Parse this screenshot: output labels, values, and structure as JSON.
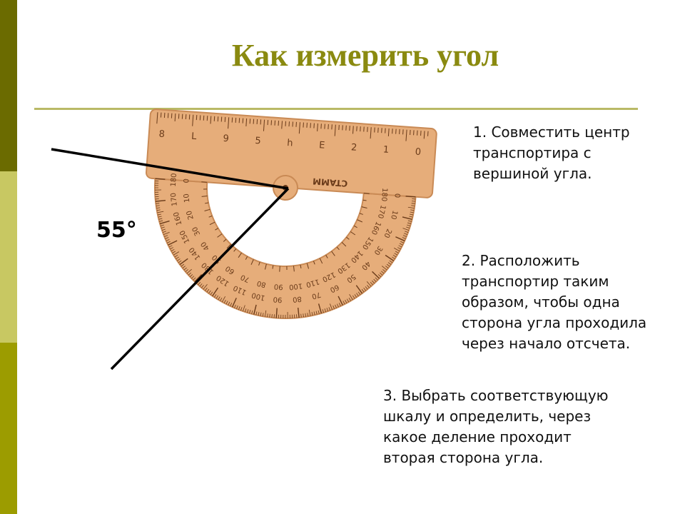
{
  "slide": {
    "title": "Как измерить угол",
    "angle_label": "55°",
    "steps": [
      "1. Совместить центр\nтранспортира с\nвершиной угла.",
      "2. Расположить\nтранспортир таким\nобразом, чтобы одна\nсторона угла проходила\nчерез начало отсчета.",
      "3. Выбрать соответствующую\nшкалу и определить, через\nкакое деление проходит\nвторая сторона угла."
    ],
    "ruler_labels": [
      "8",
      "L",
      "9",
      "5",
      "h",
      "E",
      "2",
      "1",
      "0"
    ],
    "brand_label": "CTAMM",
    "outer_scale": [
      "0",
      "10",
      "20",
      "30",
      "40",
      "50",
      "60",
      "70",
      "80",
      "90",
      "100",
      "110",
      "120",
      "130",
      "140",
      "150",
      "160",
      "170",
      "180"
    ],
    "inner_scale": [
      "180",
      "170",
      "160",
      "150",
      "140",
      "130",
      "120",
      "110",
      "100",
      "90",
      "80",
      "70",
      "60",
      "50",
      "40",
      "30",
      "20",
      "10",
      "0"
    ],
    "measured_angle_deg": 55
  },
  "colors": {
    "title": "#8a8a10",
    "rule": "#b9b966",
    "bar_dark": "#6b6b00",
    "bar_light": "#c8c862",
    "bar_mid": "#9c9c00",
    "protractor_fill": "#e6ad7a",
    "protractor_edge": "#c98a55",
    "scale_ink": "#6a3b1a",
    "angle_lines": "#000000"
  }
}
